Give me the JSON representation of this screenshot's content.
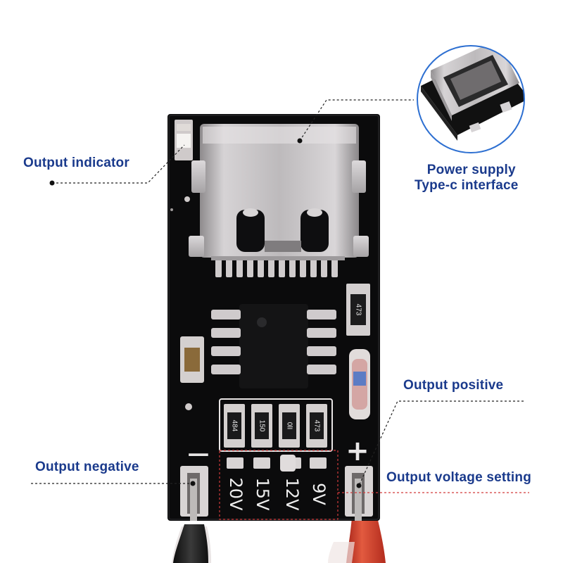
{
  "callouts": {
    "output_indicator": "Output indicator",
    "power_supply_line1": "Power supply",
    "power_supply_line2": "Type-c interface",
    "output_positive": "Output positive",
    "output_negative": "Output negative",
    "output_voltage_setting": "Output voltage setting"
  },
  "board": {
    "resistor_codes": [
      "484",
      "150",
      "0lI",
      "473"
    ],
    "top_resistor_code": "473",
    "voltage_options": [
      "20V",
      "15V",
      "12V",
      "9V"
    ],
    "minus_sign": "−",
    "plus_sign": "+"
  },
  "colors": {
    "label_text": "#1a3a8c",
    "pcb": "#0b0b0c",
    "connector_metal": "#c7c4c6",
    "pad_tin": "#d8d4d4",
    "wire_red": "#d93a25",
    "wire_black": "#1a1a1a",
    "highlight_box": "#d23b3b",
    "inset_circle": "#2d6fd1"
  }
}
